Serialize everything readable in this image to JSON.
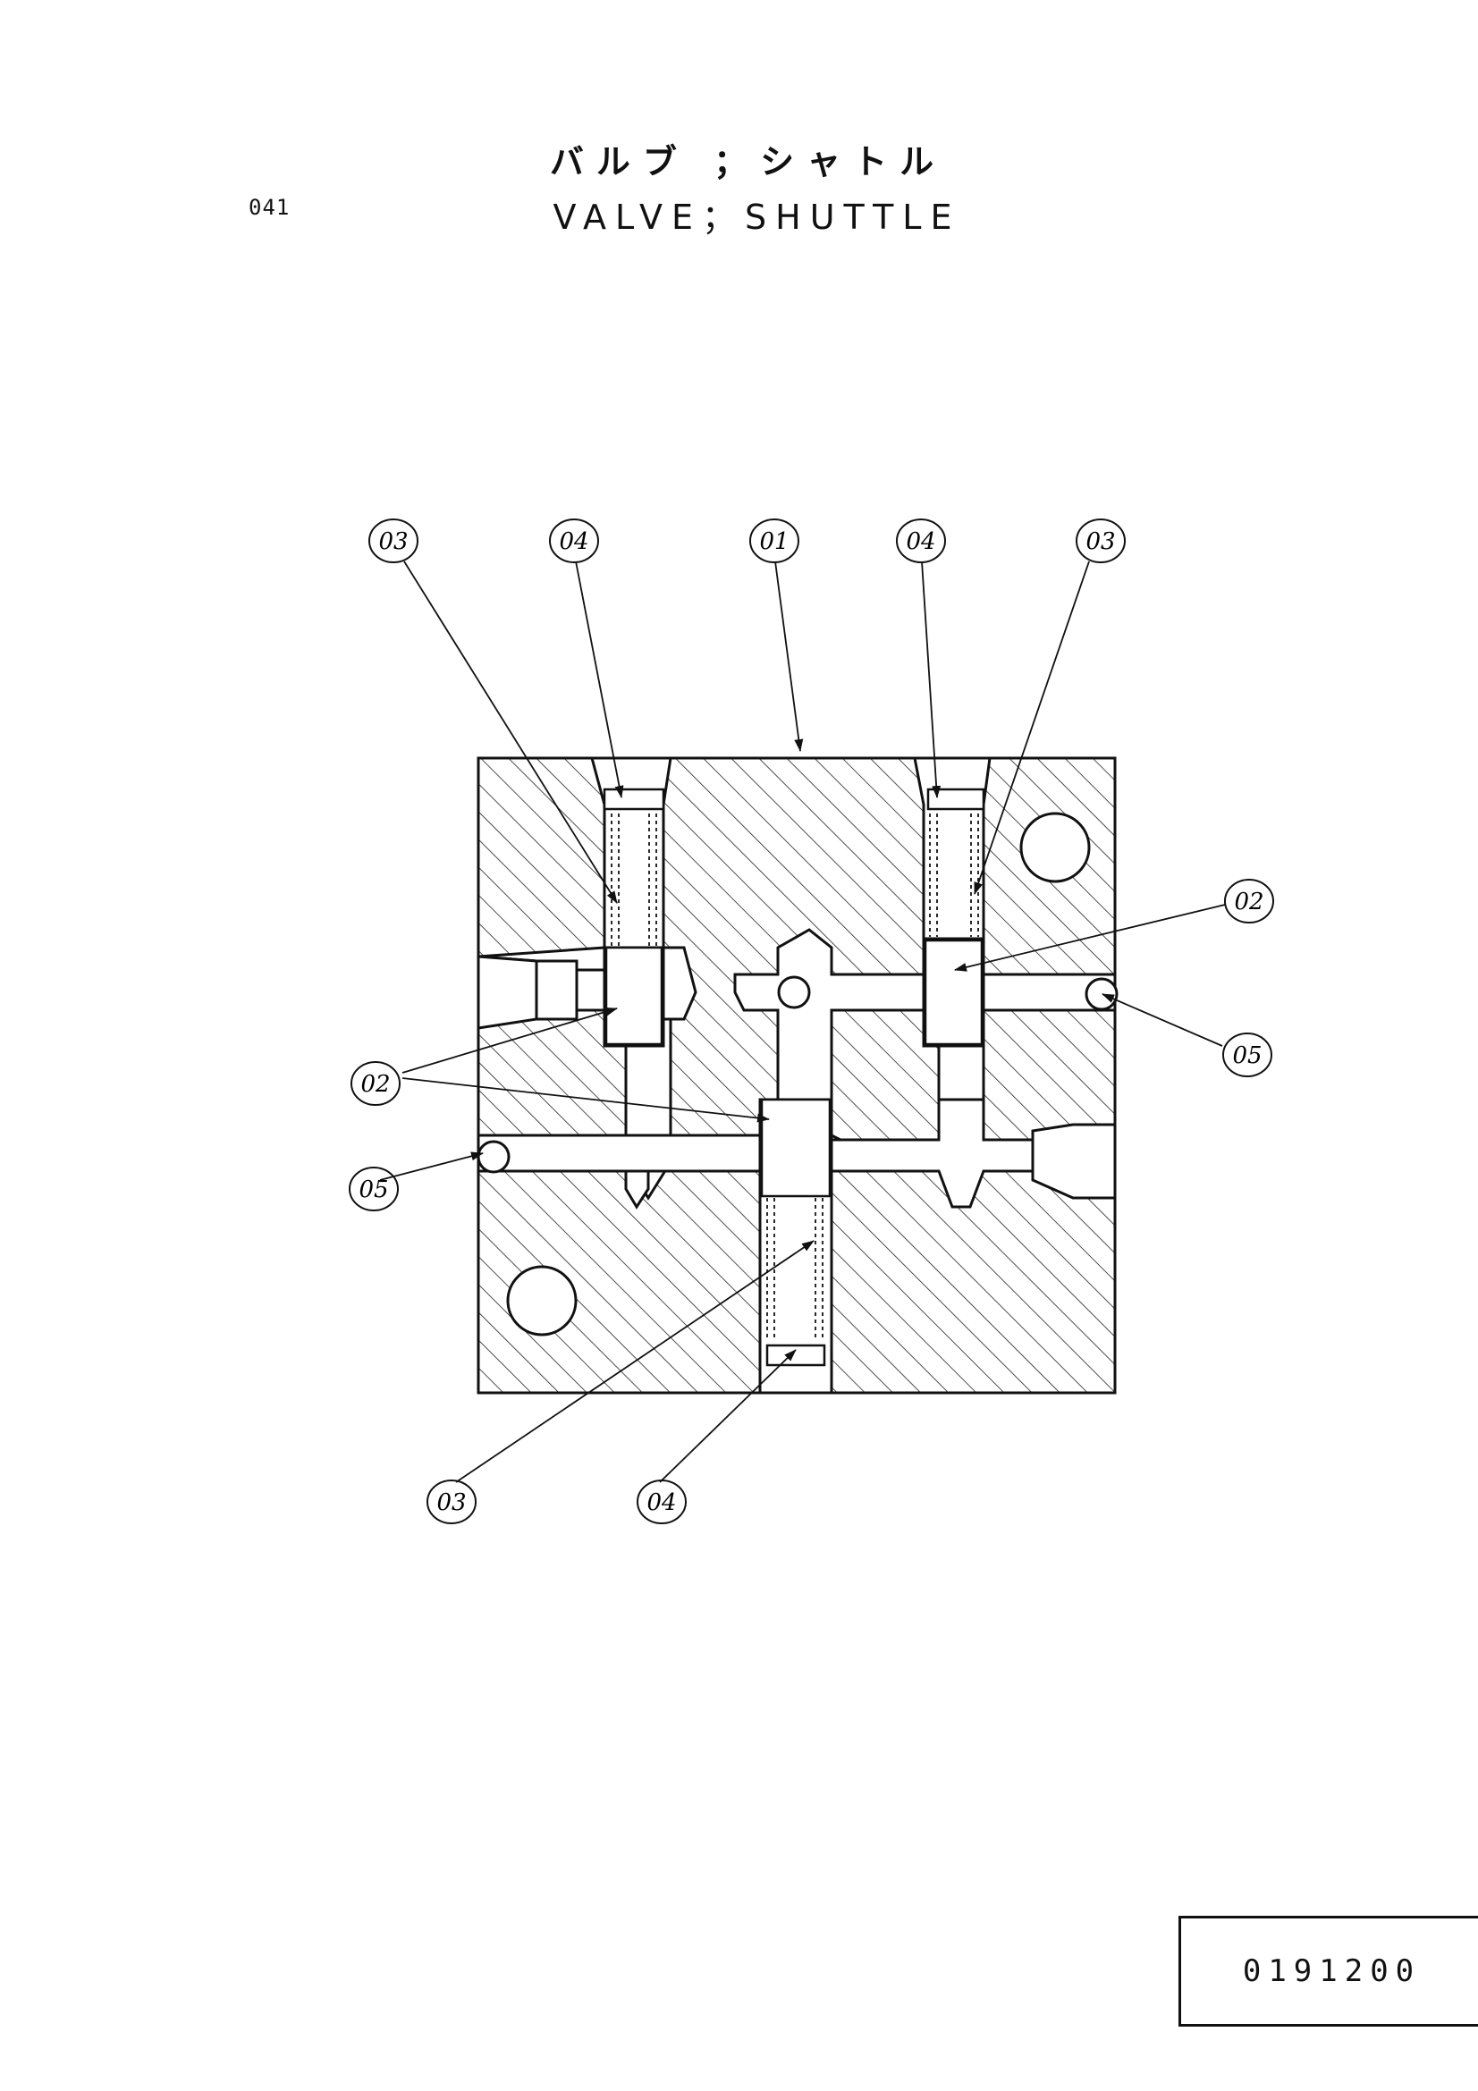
{
  "header": {
    "page_number": "041",
    "title_jp": "バルブ ；シャトル",
    "title_en": "VALVE；SHUTTLE"
  },
  "callouts": [
    {
      "id": "c03-top-left",
      "label": "03"
    },
    {
      "id": "c04-top-left",
      "label": "04"
    },
    {
      "id": "c01-top",
      "label": "01"
    },
    {
      "id": "c04-top-right",
      "label": "04"
    },
    {
      "id": "c03-top-right",
      "label": "03"
    },
    {
      "id": "c02-right",
      "label": "02"
    },
    {
      "id": "c05-right",
      "label": "05"
    },
    {
      "id": "c02-left",
      "label": "02"
    },
    {
      "id": "c05-left",
      "label": "05"
    },
    {
      "id": "c03-bottom",
      "label": "03"
    },
    {
      "id": "c04-bottom",
      "label": "04"
    }
  ],
  "footer": {
    "drawing_code": "0191200"
  },
  "colors": {
    "ink": "#111111",
    "paper": "#ffffff"
  }
}
